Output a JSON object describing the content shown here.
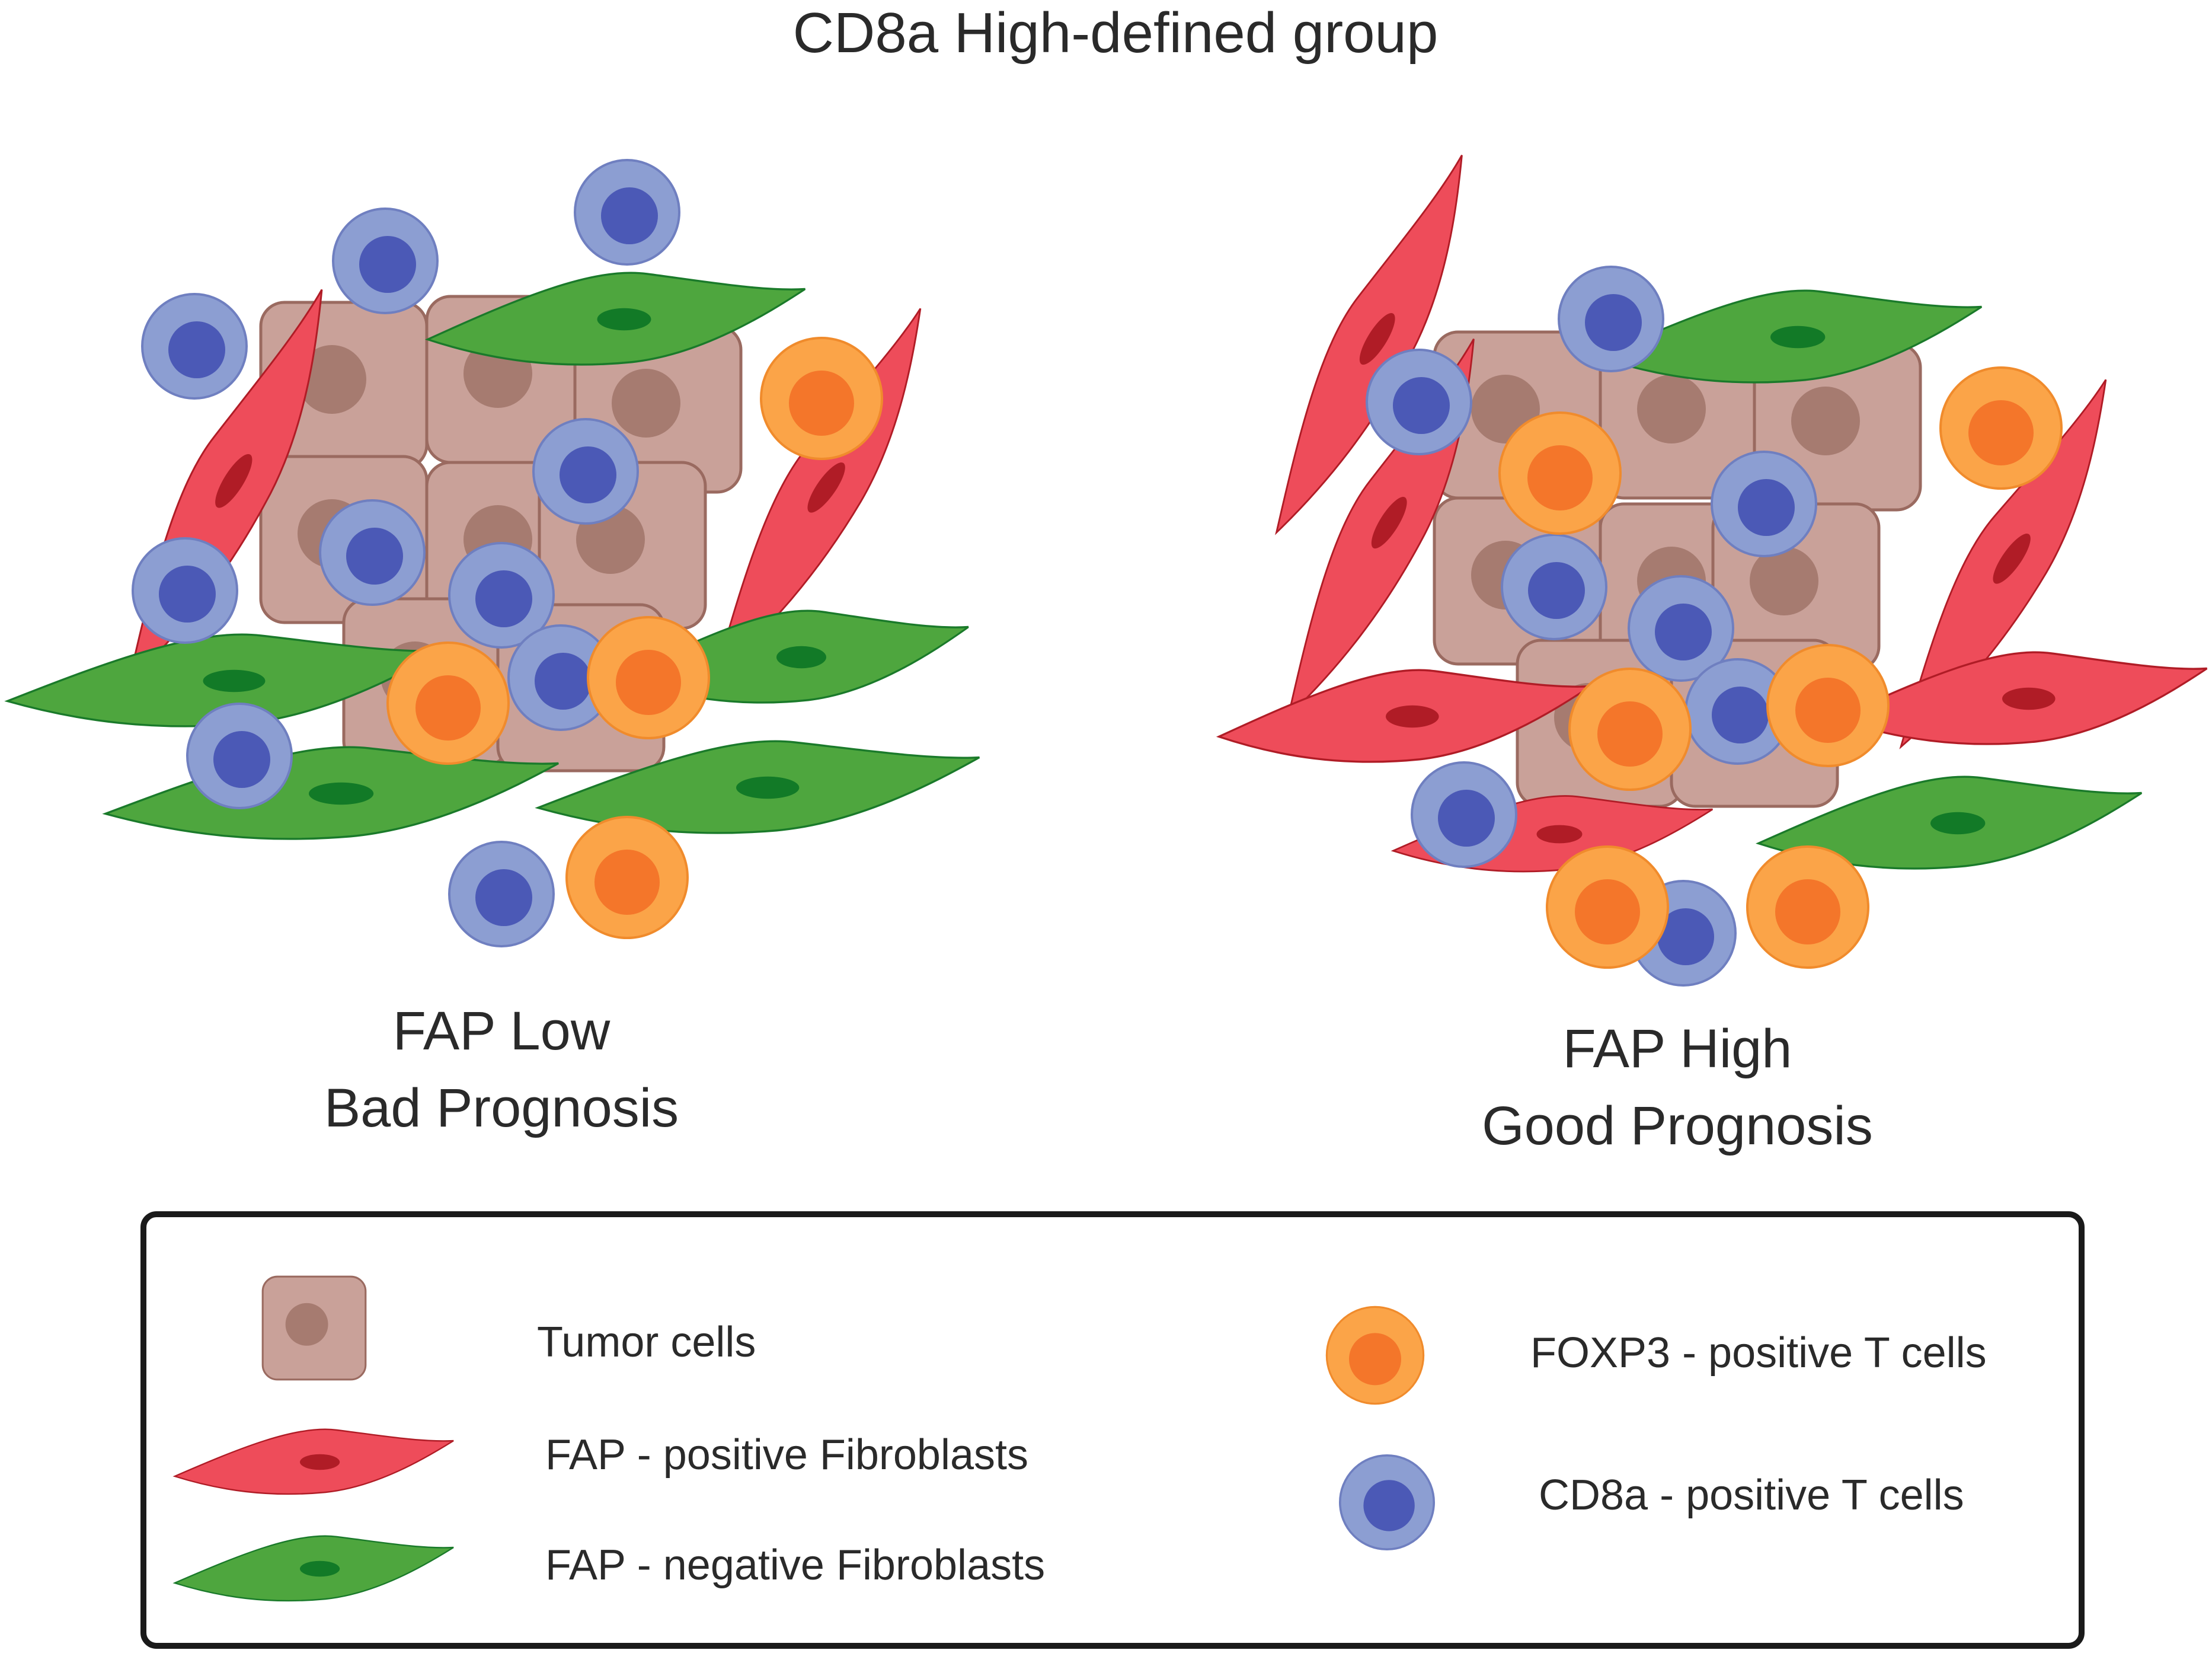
{
  "title": "CD8a High-defined group",
  "panels": [
    {
      "line1": "FAP Low",
      "line2": "Bad Prognosis"
    },
    {
      "line1": "FAP High",
      "line2": "Good Prognosis"
    }
  ],
  "legend": {
    "tumor": "Tumor cells",
    "fap_pos": "FAP - positive Fibroblasts",
    "fap_neg": "FAP - negative Fibroblasts",
    "foxp3": "FOXP3 - positive T cells",
    "cd8a": "CD8a - positive T cells"
  },
  "colors": {
    "tumor_fill": "#c9a199",
    "tumor_stroke": "#9a6a60",
    "tumor_nucleus": "#a67b70",
    "fap_pos_fill": "#ee4c5a",
    "fap_pos_nucleus": "#b01c26",
    "fap_neg_fill": "#4ea63e",
    "fap_neg_nucleus": "#127a27",
    "foxp3_fill": "#fba448",
    "foxp3_nucleus": "#f4762a",
    "cd8a_fill": "#8c9ed2",
    "cd8a_nucleus": "#4b59b6"
  }
}
